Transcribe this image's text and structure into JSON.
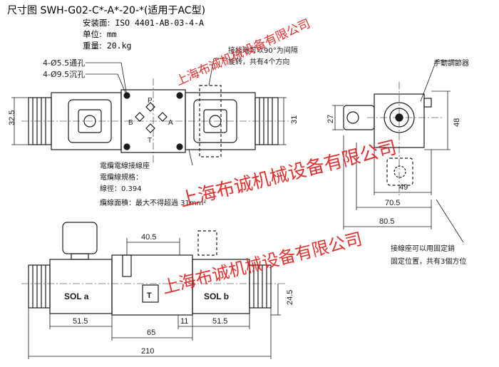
{
  "header": {
    "title": "尺寸图 SWH-G02-C*-A*-20-*(适用于AC型)",
    "mounting_label": "安装面:",
    "mounting_value": "ISO 4401-AB-03-4-A",
    "unit_label": "单位:",
    "unit_value": "mm",
    "weight_label": "重量:",
    "weight_value": "20.kg"
  },
  "notes": {
    "through_hole": "4-Ø5.5通孔",
    "counterbore": "4-Ø9.5沉孔",
    "rotate_1": "接线端可以90°为间隔",
    "rotate_2": "旋转，共有4个方向",
    "manual": "手動調節器",
    "cable_1": "電纜電線接線座",
    "cable_2": "電纜線規格：",
    "cable_3": "線徑：0.394",
    "cable_4": "纜線面積：最大不得超過 31mm²",
    "terminal_1": "接線座可以用固定銷",
    "terminal_2": "固定位置，共有3個方位"
  },
  "ports": {
    "p": "P",
    "a": "A",
    "b": "B",
    "t": "T"
  },
  "front_labels": {
    "sol_a": "SOL a",
    "sol_b": "SOL b",
    "t_mark": "T"
  },
  "dims": {
    "h32_5": "32.5",
    "h31": "31",
    "h27": "27",
    "h48": "48",
    "w49": "49",
    "w70_5": "70.5",
    "w80_5": "80.5",
    "w40_5": "40.5",
    "h24_5": "24.5",
    "w51_5a": "51.5",
    "w11": "11",
    "w51_5b": "51.5",
    "w65": "65",
    "w210": "210"
  },
  "watermark": "上海布诚机械设备有限公司",
  "colors": {
    "line": "#1a1a1a",
    "watermark": "#e02020"
  }
}
